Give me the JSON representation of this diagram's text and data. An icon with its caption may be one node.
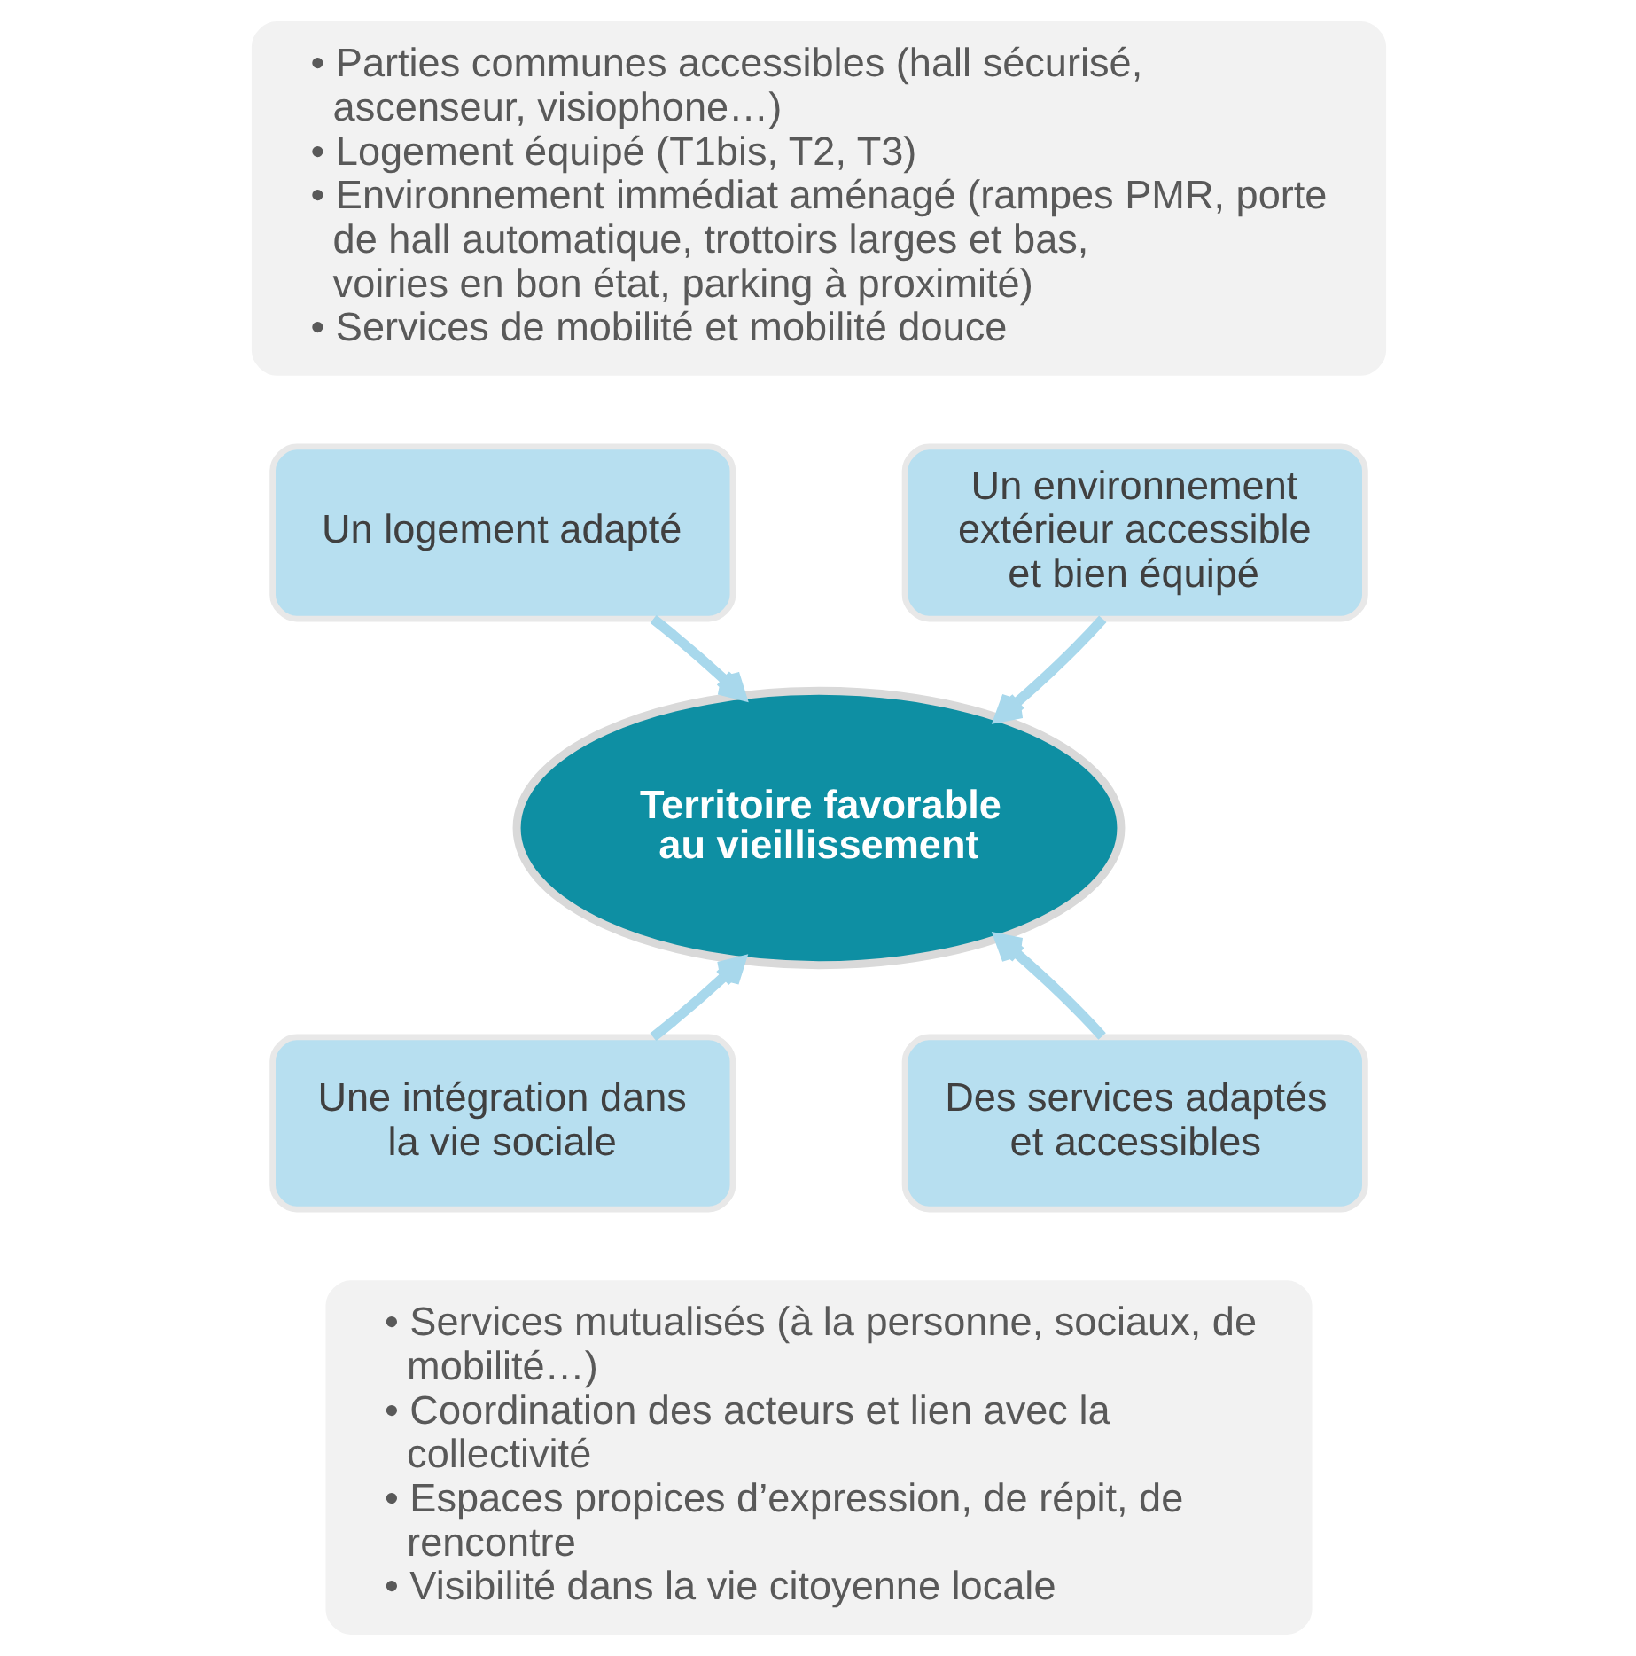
{
  "diagram": {
    "nodes": [
      {
        "text": [
          "• Parties communes accessibles (hall sécurisé, ascenseur, visiophone…)",
          "• Logement équipé (T1bis, T2, T3)",
          "• Environnement immédiat aménagé (rampes PMR, porte de hall automatique, trottoirs larges et bas, voiries en bon état, parking à proximité)",
          "• Services de mobilité et mobilité douce"
        ]
      },
      {
        "text": [
          "Un logement adapté"
        ]
      },
      {
        "text": [
          "Un environnement extérieur accessible et bien équipé"
        ]
      },
      {
        "text": [
          "Territoire favorable au vieillissement"
        ]
      },
      {
        "text": [
          "Une intégration dans la vie sociale"
        ]
      },
      {
        "text": [
          "Des services adaptés et accessibles"
        ]
      },
      {
        "text": [
          "• Services mutualisés (à la personne, sociaux, de mobilité…)",
          "• Coordination des acteurs et lien avec la collectivité",
          "• Espaces propices d’expression, de répit, de rencontre",
          "• Visibilité dans la vie citoyenne locale"
        ]
      }
    ],
    "edges": [
      {
        "from": 1,
        "to": 3,
        "arrow": "to"
      },
      {
        "from": 2,
        "to": 3,
        "arrow": "to"
      },
      {
        "from": 4,
        "to": 3,
        "arrow": "to"
      },
      {
        "from": 5,
        "to": 3,
        "arrow": "to"
      }
    ]
  }
}
